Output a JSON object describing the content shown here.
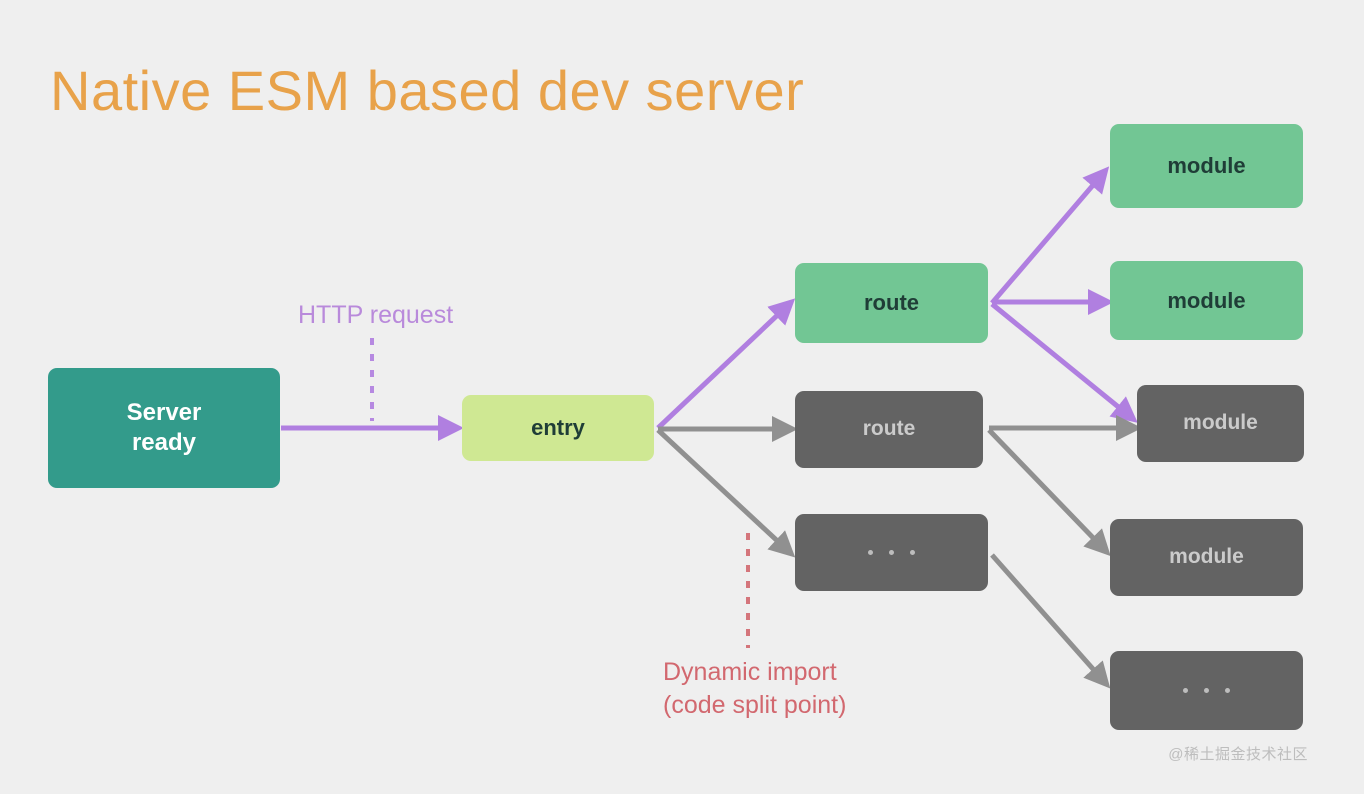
{
  "page": {
    "title": "Native ESM based dev server",
    "background_color": "#efefef",
    "title_color": "#E8A24A",
    "watermark": "@稀土掘金技术社区"
  },
  "colors": {
    "teal": "#339B8B",
    "light_green": "#CFE893",
    "green": "#72C694",
    "gray_box": "#636363",
    "purple_arrow": "#B07FE0",
    "gray_arrow": "#909090",
    "http_label": "#B98ADB",
    "dynamic_label": "#D2686F"
  },
  "nodes": {
    "server": {
      "label": "Server\nready"
    },
    "entry": {
      "label": "entry"
    },
    "route_green": {
      "label": "route"
    },
    "route_gray": {
      "label": "route"
    },
    "dots_mid": {
      "label": "..."
    },
    "module_1": {
      "label": "module"
    },
    "module_2": {
      "label": "module"
    },
    "module_3": {
      "label": "module"
    },
    "module_4": {
      "label": "module"
    },
    "dots_bottom": {
      "label": "..."
    }
  },
  "annotations": {
    "http_request": "HTTP request",
    "dynamic_import": "Dynamic import\n(code split point)"
  },
  "edges": [
    {
      "from": "server",
      "to": "entry",
      "style": "solid",
      "color": "purple"
    },
    {
      "from": "entry",
      "to": "route_green",
      "style": "solid",
      "color": "purple"
    },
    {
      "from": "entry",
      "to": "route_gray",
      "style": "solid",
      "color": "gray"
    },
    {
      "from": "entry",
      "to": "dots_mid",
      "style": "solid",
      "color": "gray"
    },
    {
      "from": "route_green",
      "to": "module_1",
      "style": "solid",
      "color": "purple"
    },
    {
      "from": "route_green",
      "to": "module_2",
      "style": "solid",
      "color": "purple"
    },
    {
      "from": "route_green",
      "to": "module_3",
      "style": "solid",
      "color": "purple"
    },
    {
      "from": "route_gray",
      "to": "module_3",
      "style": "solid",
      "color": "gray"
    },
    {
      "from": "route_gray",
      "to": "module_4",
      "style": "solid",
      "color": "gray"
    },
    {
      "from": "dots_mid",
      "to": "dots_bottom",
      "style": "solid",
      "color": "gray"
    },
    {
      "from": "http_request_label",
      "to": "server_entry_edge",
      "style": "dashed",
      "color": "purple"
    },
    {
      "from": "dynamic_import_label",
      "to": "entry_dots_edge",
      "style": "dashed",
      "color": "red"
    }
  ]
}
